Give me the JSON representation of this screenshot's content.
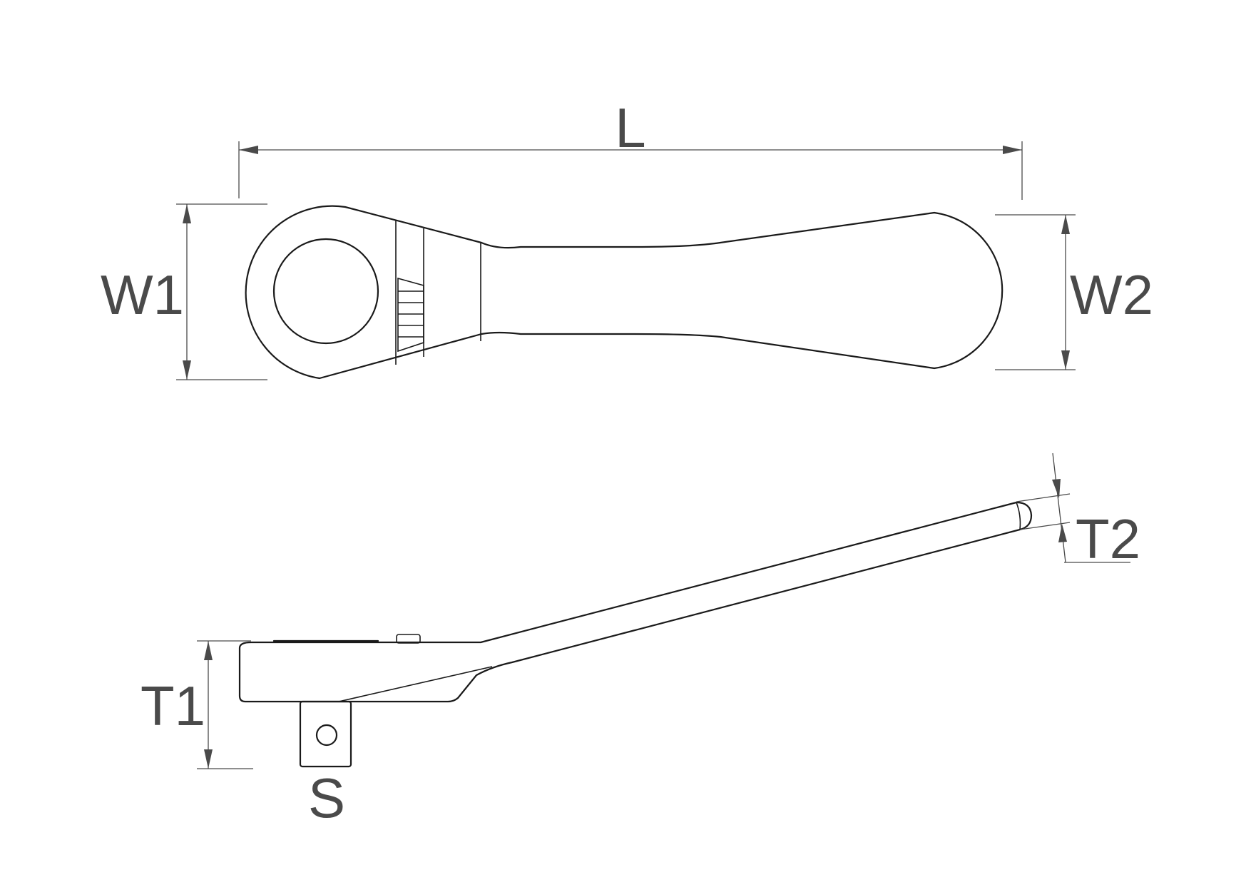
{
  "dimensions": {
    "L": "L",
    "W1": "W1",
    "W2": "W2",
    "T1": "T1",
    "T2": "T2",
    "S": "S"
  }
}
